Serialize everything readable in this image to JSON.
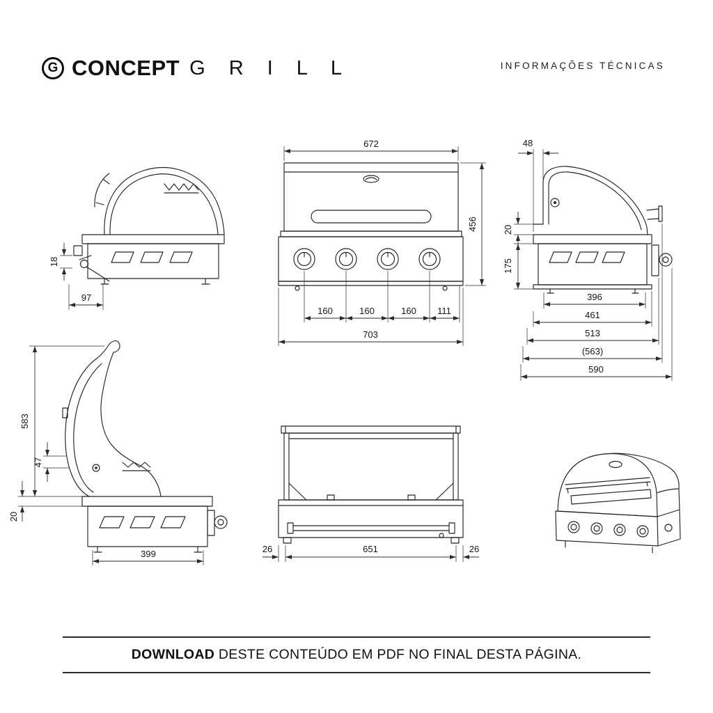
{
  "header": {
    "brand": {
      "monogram": "G",
      "name_bold": "CONCEPT",
      "name_light": "G R I L L"
    },
    "section_title": "INFORMAÇÕES TÉCNICAS"
  },
  "drawings": {
    "front_view": {
      "dims": {
        "hood_width": "672",
        "overall_height": "456",
        "knob_spacing_1": "160",
        "knob_spacing_2": "160",
        "knob_spacing_3": "160",
        "knob_spacing_4": "111",
        "overall_width": "703"
      }
    },
    "side_view_left": {
      "dims": {
        "hinge_height": "18",
        "front_offset": "97"
      }
    },
    "side_view_right": {
      "dims": {
        "top_offset": "48",
        "lid_gap": "20",
        "body_height": "175",
        "width_1": "396",
        "width_2": "461",
        "width_3": "513",
        "width_4": "(563)",
        "width_5": "590"
      }
    },
    "side_view_open": {
      "dims": {
        "open_height": "583",
        "bracket_height": "47",
        "rim_height": "20",
        "body_depth": "399"
      }
    },
    "back_view": {
      "dims": {
        "left_inset": "26",
        "inner_width": "651",
        "right_inset": "26"
      }
    }
  },
  "footer": {
    "download_label": "DOWNLOAD",
    "download_text": "DESTE CONTEÚDO EM PDF NO FINAL DESTA PÁGINA."
  },
  "colors": {
    "line": "#232323",
    "text": "#161616",
    "background": "#ffffff"
  }
}
